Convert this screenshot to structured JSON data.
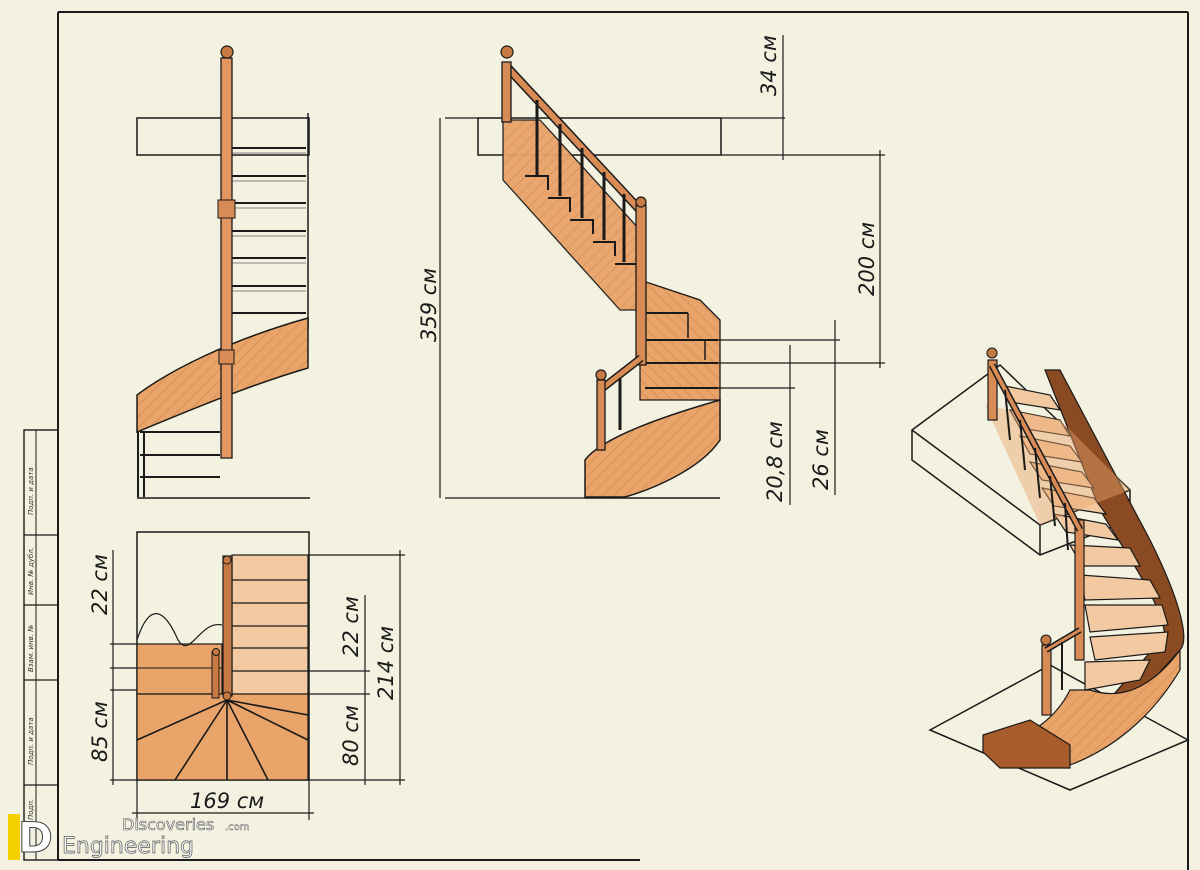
{
  "colors": {
    "paper": "#f3f1e0",
    "wood": "#e9a46a",
    "wood_dark": "#c87a44",
    "rail": "#d88b55",
    "line": "#1a1a1a",
    "brand_yellow": "#f4d000"
  },
  "dimensions": {
    "top_gap": "34 см",
    "upper_flight": "200 см",
    "total_height": "359 см",
    "step_rise": "20,8 см",
    "step_rise_2": "26 см",
    "plan_tread_left": "22 см",
    "plan_tread_right": "22 см",
    "plan_length": "214 см",
    "plan_width": "169 см",
    "plan_lower_left": "85 см",
    "plan_lower_right": "80 см"
  },
  "title_block": {
    "cells": [
      "Подп. и дата",
      "Инв. № дубл.",
      "Взам. инв. №",
      "Подп. и дата",
      "Подп."
    ]
  },
  "watermark": {
    "letter": "D",
    "line1": "Discoveries",
    "line1_suffix": ".com",
    "line2": "Engineering"
  }
}
